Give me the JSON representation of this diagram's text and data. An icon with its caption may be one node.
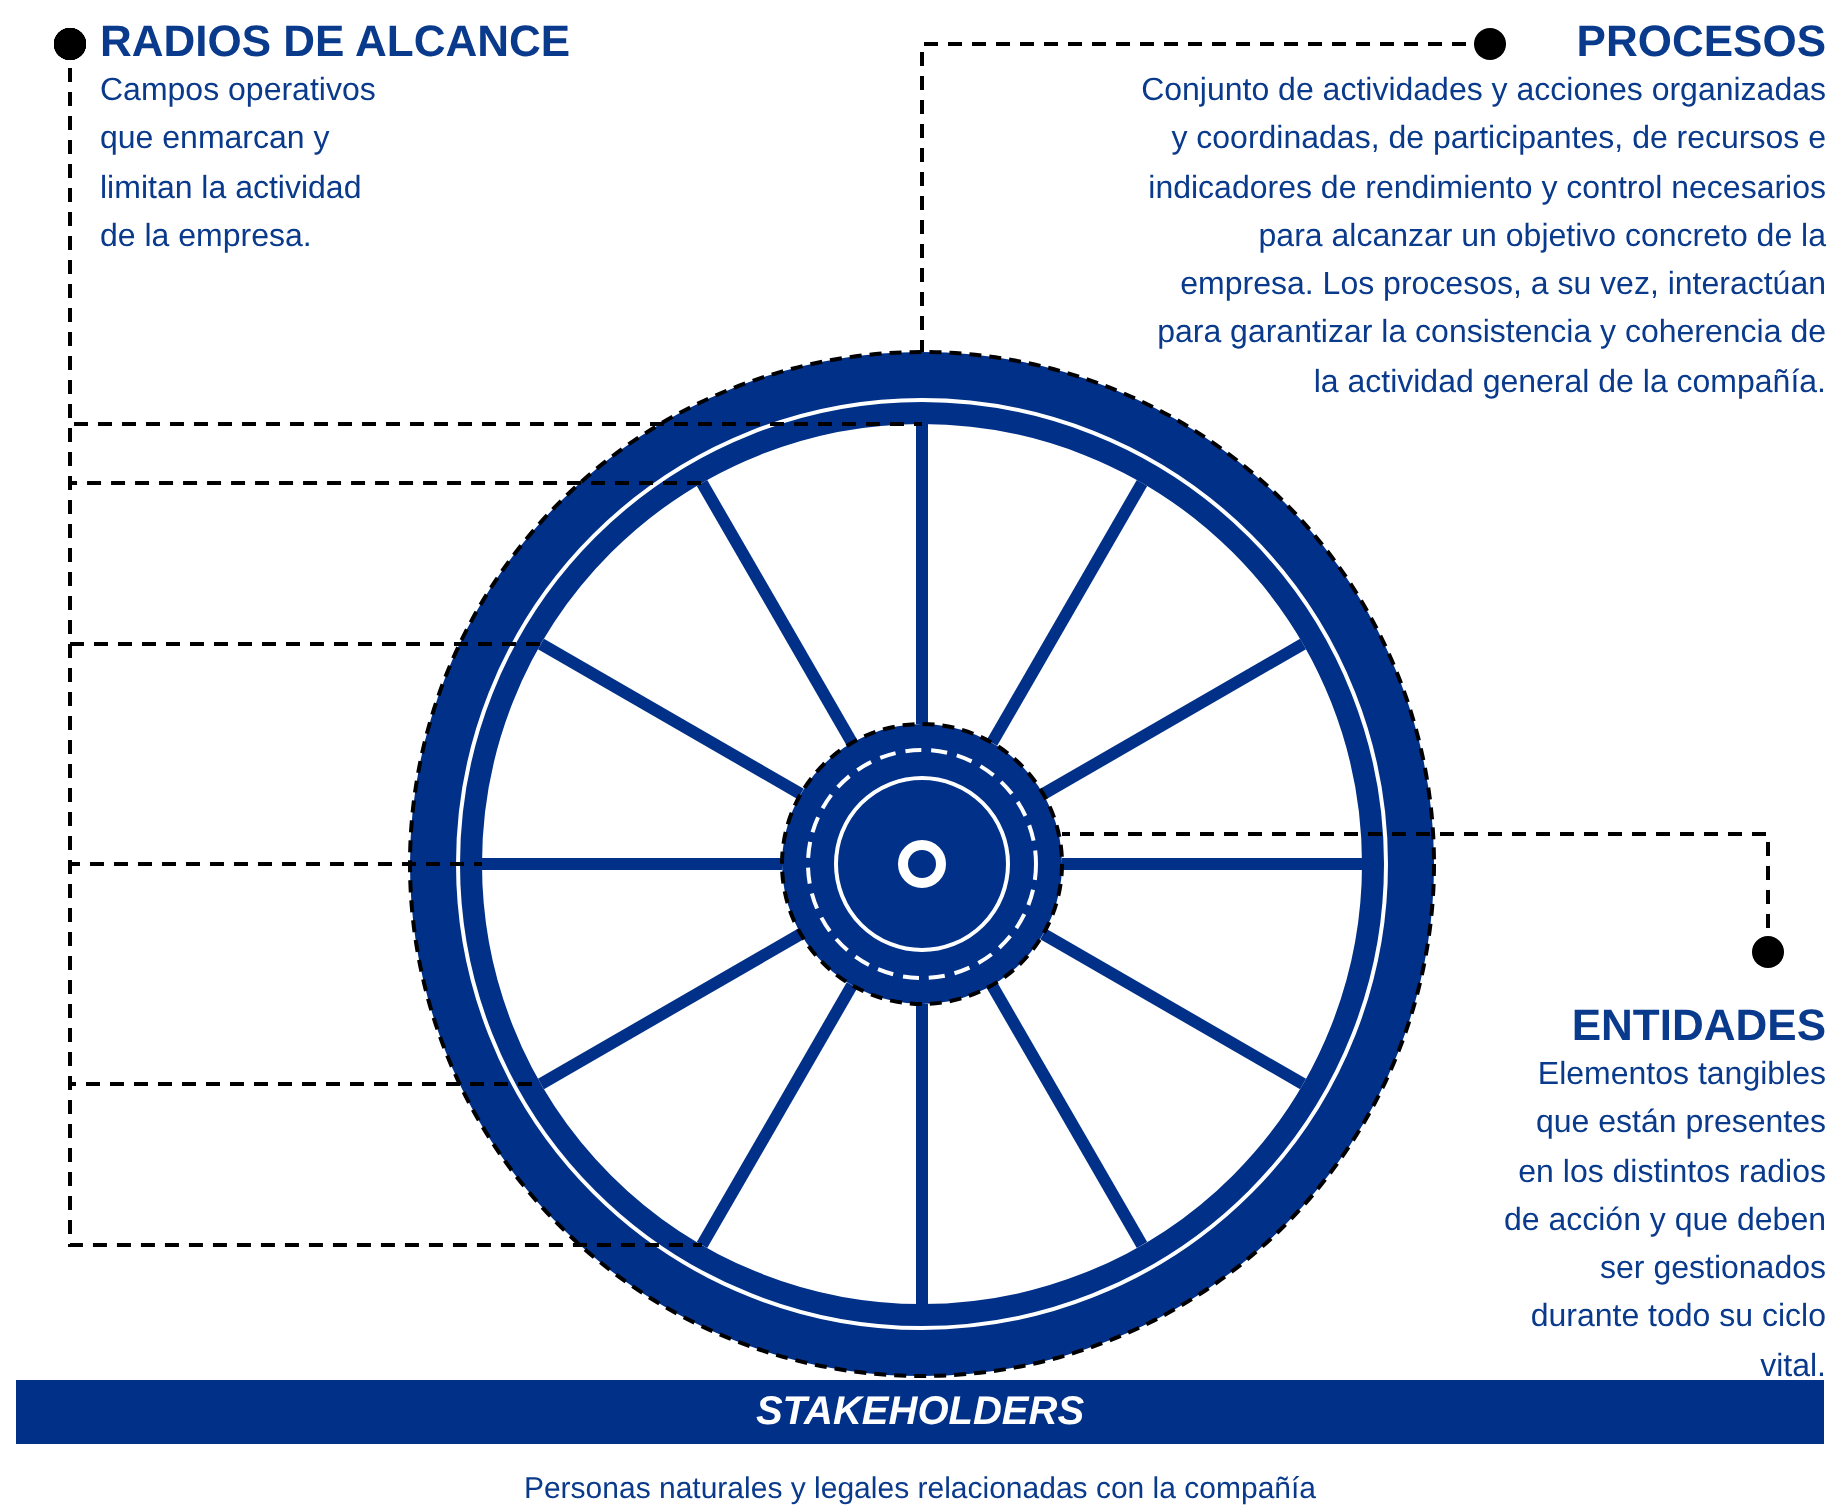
{
  "diagram": {
    "nodes": [
      {
        "text": [
          "RADIOS DE ALCANCE",
          "Campos operativos que enmarcan y limitan la actividad de la empresa."
        ]
      },
      {
        "text": [
          "PROCESOS",
          "Conjunto de actividades y acciones organizadas y coordinadas, de participantes, de recursos e indicadores de rendimiento y control necesarios para alcanzar un objetivo concreto de la empresa. Los procesos, a su vez, interactúan para garantizar la consistencia y coherencia de la actividad general de la compañía."
        ]
      },
      {
        "text": [
          "ENTIDADES",
          "Elementos tangibles que están presentes en los distintos radios de acción y que deben ser gestionados durante todo su ciclo vital."
        ]
      },
      {
        "text": [
          "STAKEHOLDERS"
        ],
        "beside": [
          "Personas naturales y legales relacionadas con la compañía"
        ]
      },
      {
        "text": [],
        "shape": "circle"
      },
      {
        "text": [],
        "shape": "bar",
        "in": 4
      },
      {
        "text": [],
        "shape": "bar",
        "in": 4
      },
      {
        "text": [],
        "shape": "bar",
        "in": 4
      },
      {
        "text": [],
        "shape": "bar",
        "in": 4
      },
      {
        "text": [],
        "shape": "bar",
        "in": 4
      },
      {
        "text": [],
        "shape": "bar",
        "in": 4
      },
      {
        "text": [],
        "shape": "bar",
        "in": 4
      },
      {
        "text": [],
        "shape": "bar",
        "in": 4
      },
      {
        "text": [],
        "shape": "bar",
        "in": 4
      },
      {
        "text": [],
        "shape": "bar",
        "in": 4
      },
      {
        "text": [],
        "shape": "bar",
        "in": 4
      },
      {
        "text": [],
        "shape": "bar",
        "in": 4
      },
      {
        "text": [],
        "shape": "circle",
        "in": 4
      }
    ],
    "edges": [
      {
        "from": 0,
        "to": 5,
        "arrow": "other",
        "style": "dashed"
      },
      {
        "from": 0,
        "to": 16,
        "arrow": "other",
        "style": "dashed"
      },
      {
        "from": 0,
        "to": 15,
        "arrow": "other",
        "style": "dashed"
      },
      {
        "from": 0,
        "to": 14,
        "arrow": "other",
        "style": "dashed"
      },
      {
        "from": 0,
        "to": 13,
        "arrow": "other",
        "style": "dashed"
      },
      {
        "from": 0,
        "to": 12,
        "arrow": "other",
        "style": "dashed"
      },
      {
        "from": 1,
        "to": 4,
        "arrow": "other",
        "style": "dashed"
      },
      {
        "from": 2,
        "to": 17,
        "arrow": "other",
        "style": "dashed"
      }
    ]
  }
}
